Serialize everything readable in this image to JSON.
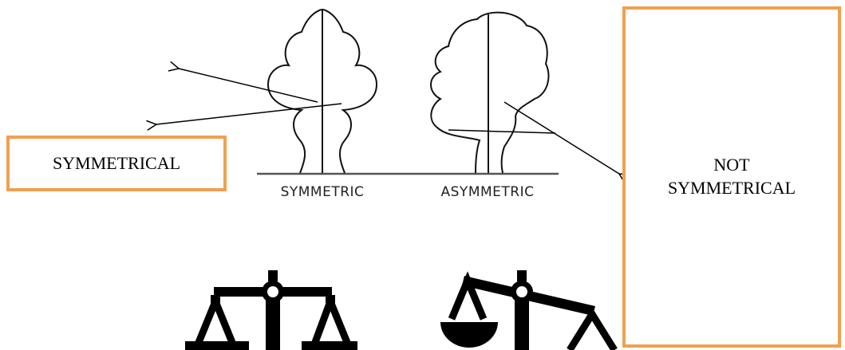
{
  "labels": {
    "symmetrical": "SYMMETRICAL",
    "not_symmetrical_line1": "NOT",
    "not_symmetrical_line2": "SYMMETRICAL"
  },
  "captions": {
    "symmetric": "SYMMETRIC",
    "asymmetric": "ASYMMETRIC"
  },
  "colors": {
    "box_border": "#f0a050",
    "ink": "#000000"
  },
  "icons": [
    "symmetric-tree-icon",
    "asymmetric-tree-icon",
    "balanced-scale-icon",
    "tilted-scale-icon"
  ]
}
